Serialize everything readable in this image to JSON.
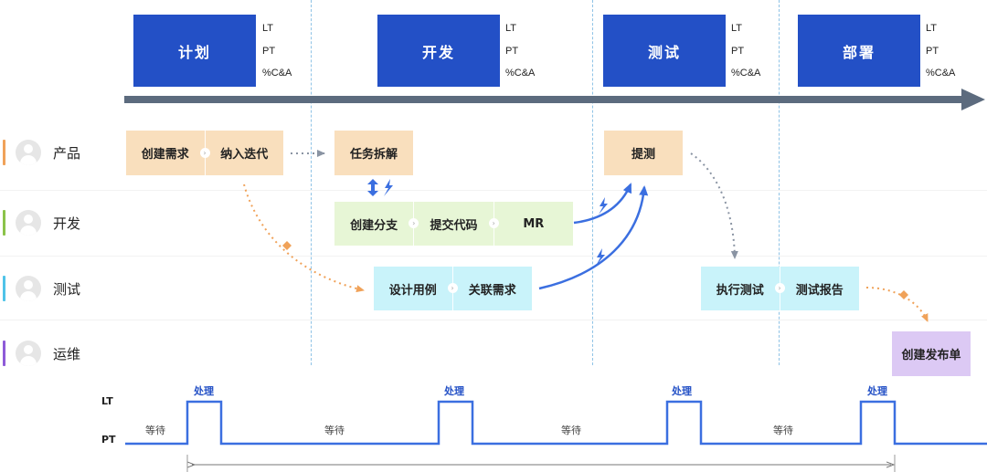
{
  "phases": [
    {
      "name": "计划",
      "metrics": [
        "LT",
        "PT",
        "%C&A"
      ]
    },
    {
      "name": "开发",
      "metrics": [
        "LT",
        "PT",
        "%C&A"
      ]
    },
    {
      "name": "测试",
      "metrics": [
        "LT",
        "PT",
        "%C&A"
      ]
    },
    {
      "name": "部署",
      "metrics": [
        "LT",
        "PT",
        "%C&A"
      ]
    }
  ],
  "lanes": [
    {
      "name": "产品",
      "color": "#f0a259"
    },
    {
      "name": "开发",
      "color": "#8bc34a"
    },
    {
      "name": "测试",
      "color": "#4fc3e8"
    },
    {
      "name": "运维",
      "color": "#8e5bd8"
    }
  ],
  "tasks": {
    "product_plan": [
      "创建需求",
      "纳入迭代"
    ],
    "product_dev": [
      "任务拆解"
    ],
    "product_test": [
      "提测"
    ],
    "dev": [
      "创建分支",
      "提交代码",
      "MR"
    ],
    "test_design": [
      "设计用例",
      "关联需求"
    ],
    "test_exec": [
      "执行测试",
      "测试报告"
    ],
    "ops": [
      "创建发布单"
    ]
  },
  "timeline": {
    "lt_label": "LT",
    "pt_label": "PT",
    "process_label": "处理",
    "wait_label": "等待"
  },
  "colors": {
    "phase_blue": "#2350c6",
    "arrow_gray": "#5c6b7e",
    "flow_orange": "#f0a259",
    "flow_blue": "#3b6fe0"
  }
}
